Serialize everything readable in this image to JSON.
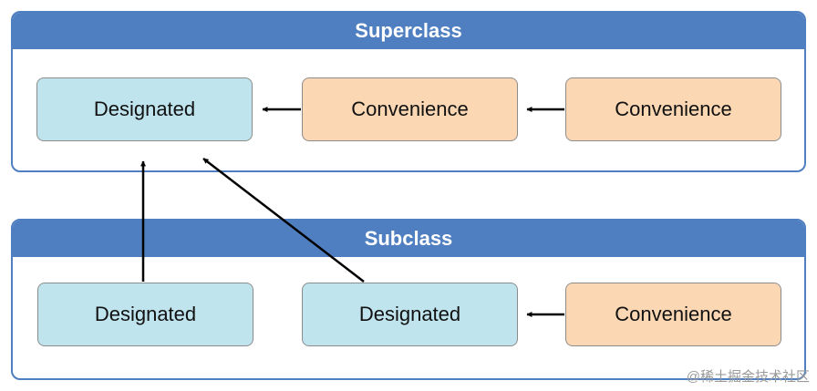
{
  "superclass": {
    "title": "Superclass",
    "nodes": [
      "Designated",
      "Convenience",
      "Convenience"
    ]
  },
  "subclass": {
    "title": "Subclass",
    "nodes": [
      "Designated",
      "Designated",
      "Convenience"
    ]
  },
  "colors": {
    "header": "#4f7fc0",
    "designated": "#bfe4ee",
    "convenience": "#fbd7b3",
    "arrow": "#000000"
  },
  "watermark": "@稀土掘金技术社区"
}
